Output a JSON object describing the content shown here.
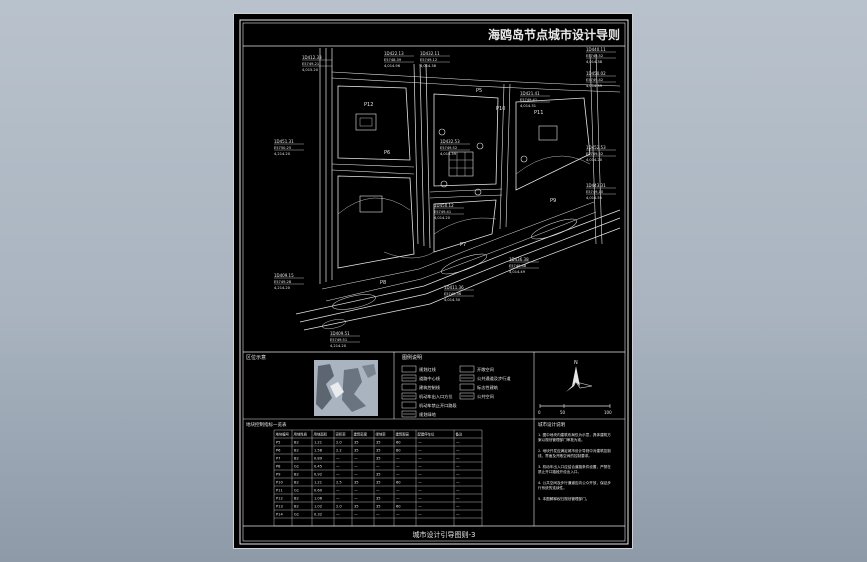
{
  "drawing": {
    "title": "海鸥岛节点城市设计导则",
    "footer_title": "城市设计引导图则-3",
    "colors": {
      "background": "#000000",
      "linework": "#e6e6e6",
      "viewport_bg": "#aab4c0"
    }
  },
  "plan": {
    "parcel_labels": [
      "P5",
      "P6",
      "P7",
      "P8",
      "P9",
      "P10",
      "P11",
      "P12"
    ],
    "coordinate_tags": [
      {
        "id": "1D412.33",
        "e": "E5749.21",
        "n": "4,015.20"
      },
      {
        "id": "1D422.13",
        "e": "E5748.39",
        "n": "4,014.96"
      },
      {
        "id": "1D432.11",
        "e": "E5749.12",
        "n": "4,014.36"
      },
      {
        "id": "1D440.11",
        "e": "E5749.52",
        "n": "4,014.38"
      },
      {
        "id": "1D450.02",
        "e": "E5749.42",
        "n": "4,014.39"
      },
      {
        "id": "1D421.41",
        "e": "E5749.41",
        "n": "4,014.31"
      },
      {
        "id": "1D451.31",
        "e": "E5750.25",
        "n": "4,214.20"
      },
      {
        "id": "1D432.53",
        "e": "E5749.52",
        "n": "4,014.39"
      },
      {
        "id": "1D452.53",
        "e": "E5749.52",
        "n": "4,014.20"
      },
      {
        "id": "1D443.31",
        "e": "E5749.10",
        "n": "4,014.55"
      },
      {
        "id": "1D450.12",
        "e": "E5749.41",
        "n": "4,014.20"
      },
      {
        "id": "1D436.38",
        "e": "E5749.38",
        "n": "4,014.49"
      },
      {
        "id": "1D409.15",
        "e": "E5749.28",
        "n": "4,214.20"
      },
      {
        "id": "1D411.36",
        "e": "E5749.36",
        "n": "4,014.30"
      },
      {
        "id": "1D409.51",
        "e": "E5749.51",
        "n": "4,214.20"
      }
    ]
  },
  "panels": {
    "location_title": "区位示意",
    "legend_title": "图例说明",
    "legend_items": [
      {
        "label": "规划红线"
      },
      {
        "label": "道路中心线"
      },
      {
        "label": "建筑控制线"
      },
      {
        "label": "机动车出入口方位"
      },
      {
        "label": "机动车禁止开口路段"
      },
      {
        "label": "规划绿地"
      },
      {
        "label": "开敞空间"
      },
      {
        "label": "公共通道及步行道"
      },
      {
        "label": "标志性建筑"
      },
      {
        "label": "公共空间"
      }
    ],
    "compass_north": "N",
    "scale_labels": [
      "0",
      "50",
      "100"
    ],
    "table_title": "地块控制指标一览表",
    "table_headers": [
      "地块编号",
      "用地性质",
      "用地面积",
      "容积率",
      "建筑密度",
      "绿地率",
      "建筑限高",
      "配建停车位",
      "备注"
    ],
    "table_rows": [
      [
        "P5",
        "B2",
        "1.21",
        "2.0",
        "35",
        "35",
        "60",
        "—",
        "—"
      ],
      [
        "P6",
        "B2",
        "1.58",
        "2.2",
        "35",
        "35",
        "80",
        "—",
        "—"
      ],
      [
        "P7",
        "B2",
        "0.89",
        "—",
        "—",
        "35",
        "—",
        "—",
        "—"
      ],
      [
        "P8",
        "G1",
        "0.45",
        "—",
        "—",
        "—",
        "—",
        "—",
        "—"
      ],
      [
        "P9",
        "B2",
        "0.92",
        "—",
        "—",
        "35",
        "—",
        "—",
        "—"
      ],
      [
        "P10",
        "B2",
        "1.21",
        "2.5",
        "35",
        "35",
        "60",
        "—",
        "—"
      ],
      [
        "P11",
        "G1",
        "0.60",
        "—",
        "—",
        "—",
        "—",
        "—",
        "—"
      ],
      [
        "P12",
        "B2",
        "1.06",
        "—",
        "—",
        "35",
        "—",
        "—",
        "—"
      ],
      [
        "P13",
        "B2",
        "1.02",
        "2.0",
        "35",
        "35",
        "60",
        "—",
        "—"
      ],
      [
        "P14",
        "G1",
        "0.32",
        "—",
        "—",
        "—",
        "—",
        "—",
        "—"
      ]
    ],
    "notes_title": "城市设计说明",
    "notes": [
      "1. 图中地块内建筑布局仅为示意，具体建筑方案以规划管理部门审批为准。",
      "2. 地块开发应满足城市设计导则中对建筑控制线、界面及开敞空间的控制要求。",
      "3. 机动车出入口应结合道路条件设置，严禁在禁止开口路段开设出入口。",
      "4. 公共空间及步行通道应向公众开放，保证步行系统的连续性。",
      "5. 本图解释权归规划管理部门。"
    ]
  }
}
